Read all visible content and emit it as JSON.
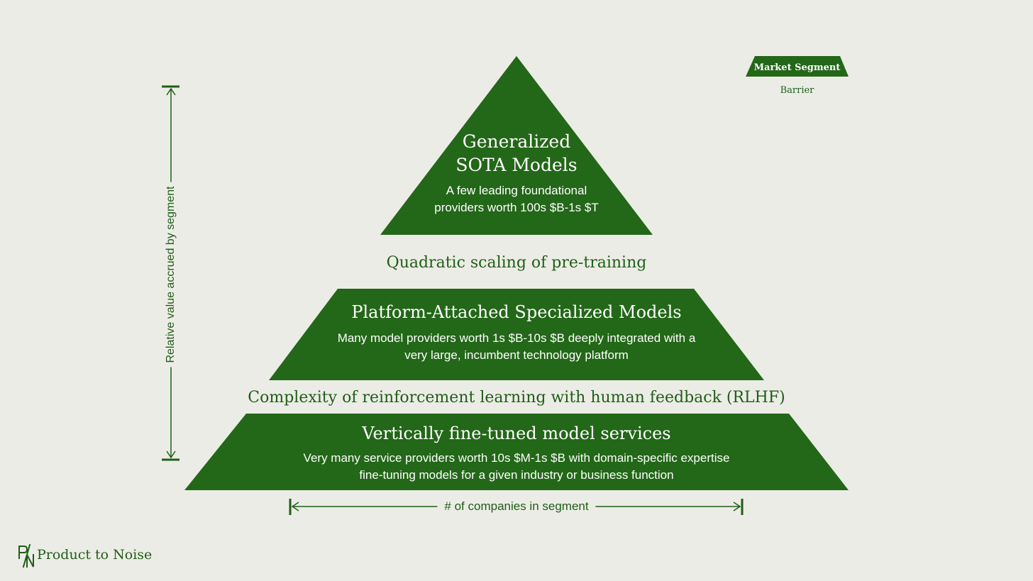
{
  "colors": {
    "background": "#ecece6",
    "segment_green": "#236718",
    "text_green": "#1f5e17",
    "segment_text": "#ffffff"
  },
  "legend": {
    "segment_label": "Market Segment",
    "barrier_label": "Barrier"
  },
  "tiers": [
    {
      "title_lines": [
        "Generalized",
        "SOTA Models"
      ],
      "description_lines": [
        "A few leading foundational",
        "providers worth 100s $B-1s $T"
      ]
    },
    {
      "title_lines": [
        "Platform-Attached Specialized Models"
      ],
      "description_lines": [
        "Many model providers worth 1s $B-10s $B deeply integrated with a",
        "very large, incumbent technology platform"
      ]
    },
    {
      "title_lines": [
        "Vertically fine-tuned model services"
      ],
      "description_lines": [
        "Very many service providers worth 10s $M-1s $B with domain-specific expertise",
        "fine-tuning models for a given industry or business function"
      ]
    }
  ],
  "barriers": [
    "Quadratic scaling of pre-training",
    "Complexity of reinforcement learning with human feedback (RLHF)"
  ],
  "axes": {
    "y_label": "Relative value accrued by segment",
    "x_label": "# of companies in segment"
  },
  "brand": {
    "logo_mark": "P/N",
    "name": "Product to Noise"
  }
}
